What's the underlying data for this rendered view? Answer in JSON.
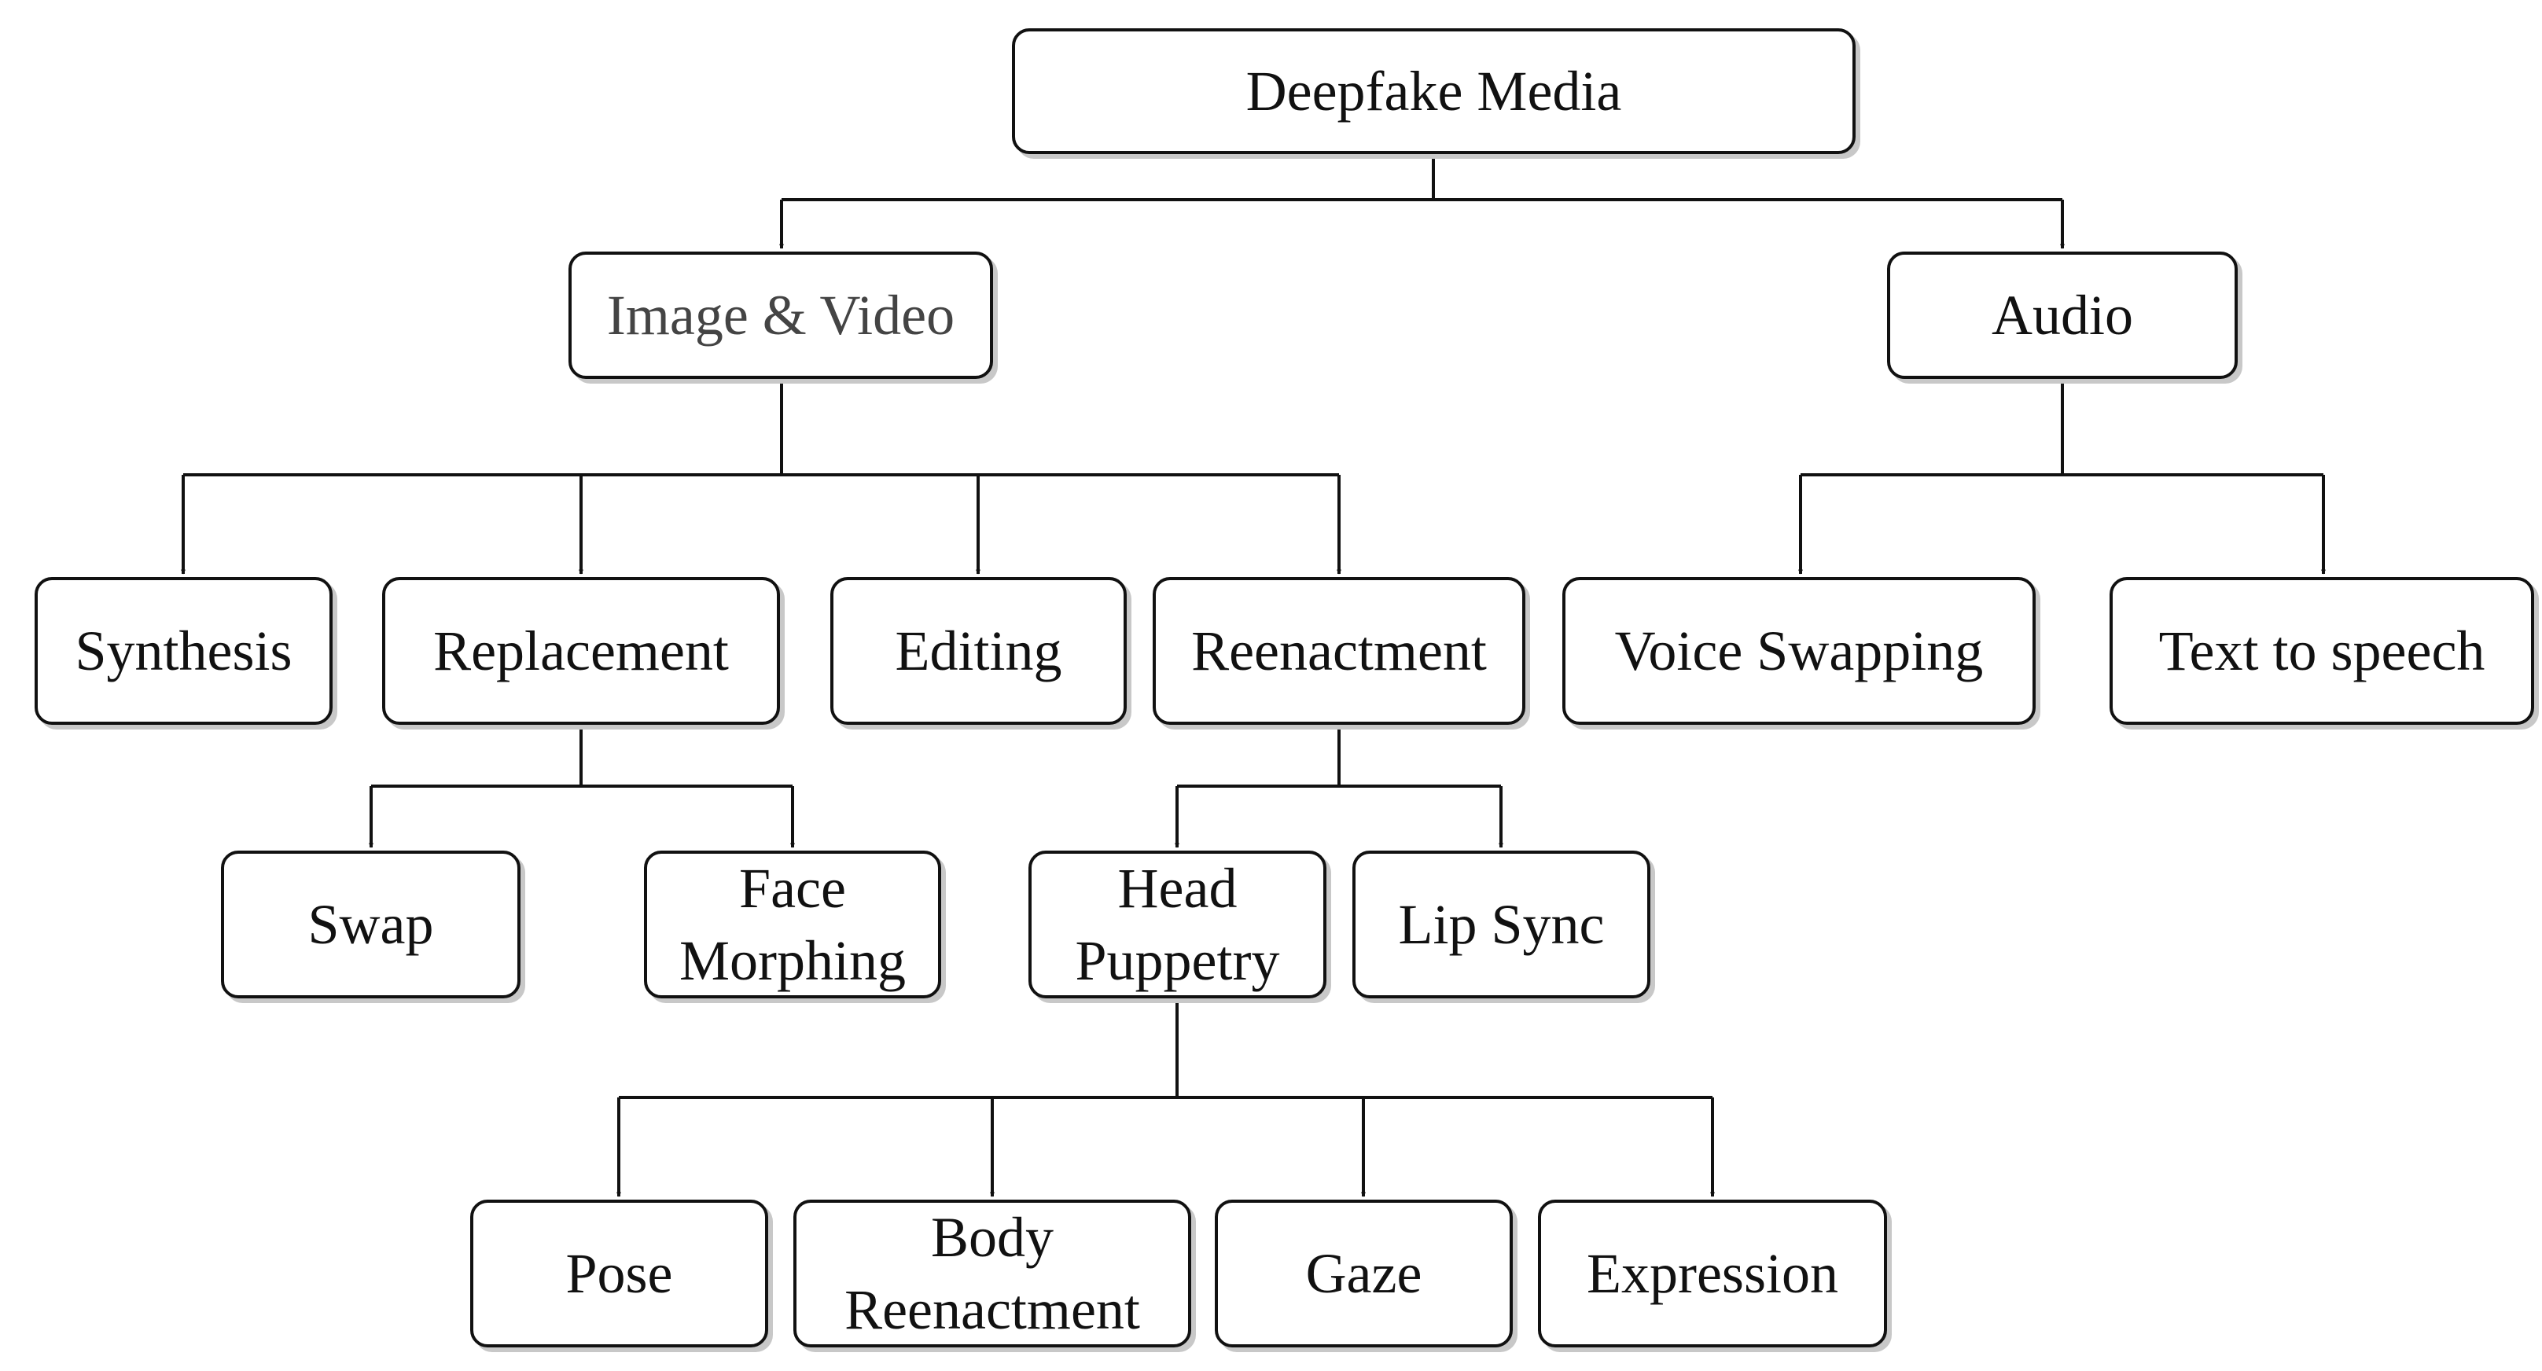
{
  "nodes": {
    "root": {
      "label": "Deepfake Media"
    },
    "image_video": {
      "label": "Image & Video"
    },
    "audio": {
      "label": "Audio"
    },
    "synthesis": {
      "label": "Synthesis"
    },
    "replacement": {
      "label": "Replacement"
    },
    "editing": {
      "label": "Editing"
    },
    "reenactment": {
      "label": "Reenactment"
    },
    "voice_swapping": {
      "label": "Voice Swapping"
    },
    "text_to_speech": {
      "label": "Text to speech"
    },
    "swap": {
      "label": "Swap"
    },
    "face_morphing": {
      "line1": "Face",
      "line2": "Morphing"
    },
    "head_puppetry": {
      "line1": "Head",
      "line2": "Puppetry"
    },
    "lip_sync": {
      "label": "Lip Sync"
    },
    "pose": {
      "label": "Pose"
    },
    "body_reenactment": {
      "line1": "Body",
      "line2": "Reenactment"
    },
    "gaze": {
      "label": "Gaze"
    },
    "expression": {
      "label": "Expression"
    }
  }
}
